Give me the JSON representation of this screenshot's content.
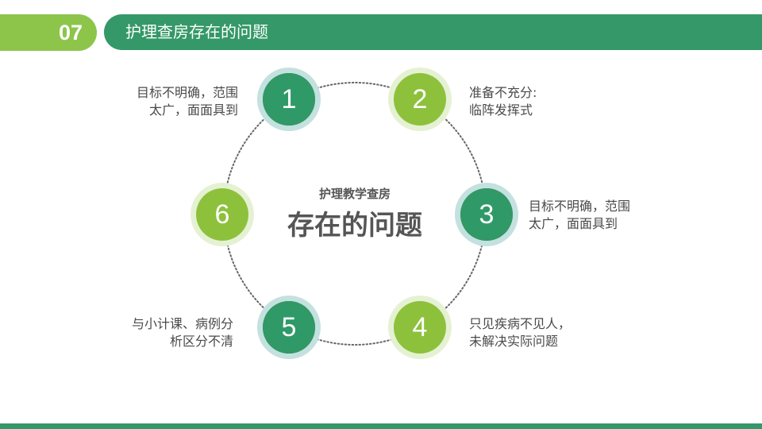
{
  "header": {
    "section_number": "07",
    "title": "护理查房存在的问题"
  },
  "center": {
    "subtitle": "护理教学查房",
    "title": "存在的问题"
  },
  "nodes": [
    {
      "number": "1",
      "style": "dark",
      "line1": "目标不明确，范围",
      "line2": "太广，面面具到"
    },
    {
      "number": "2",
      "style": "light",
      "line1": "准备不充分:",
      "line2": "临阵发挥式"
    },
    {
      "number": "3",
      "style": "dark",
      "line1": "目标不明确，范围",
      "line2": "太广，面面具到"
    },
    {
      "number": "4",
      "style": "light",
      "line1": "只见疾病不见人，",
      "line2": "未解决实际问题"
    },
    {
      "number": "5",
      "style": "dark",
      "line1": "与小计课、病例分",
      "line2": "析区分不清"
    },
    {
      "number": "6",
      "style": "light",
      "line1": "",
      "line2": ""
    }
  ],
  "colors": {
    "dark_green": "#359868",
    "light_green": "#8dc54b",
    "dark_ring": "#c3e1df",
    "light_ring": "#e5f1d3",
    "text_gray": "#4a4a4a"
  }
}
